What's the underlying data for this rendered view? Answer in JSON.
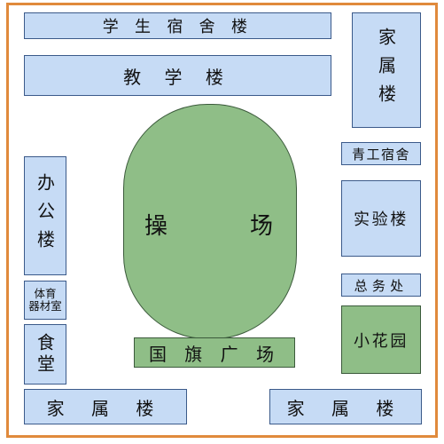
{
  "buildings": {
    "student_dorm": "学 生 宿 舍 楼",
    "teaching": "教 学 楼",
    "family_right_top": "家属楼",
    "youth_dorm": "青工宿舍",
    "office": "办公楼",
    "lab": "实验楼",
    "sports_line1": "体育",
    "sports_line2": "器材室",
    "general_affairs": "总务处",
    "canteen": "食堂",
    "garden": "小花园",
    "flag_square": "国 旗 广 场",
    "family_bottom_left": "家 属 楼",
    "family_bottom_right": "家 属 楼"
  },
  "playground": {
    "label_left": "操",
    "label_right": "场"
  },
  "colors": {
    "building_fill": "#c6dbf5",
    "green_fill": "#8fbe87",
    "frame_border": "#e08a3c"
  }
}
